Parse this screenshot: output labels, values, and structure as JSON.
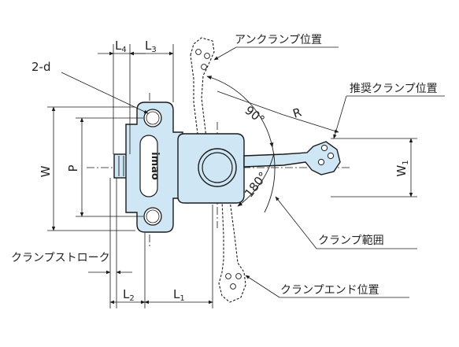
{
  "labels": {
    "unclamp_position": "アンクランプ位置",
    "recommended_clamp_position": "推奨クランプ位置",
    "clamp_range": "クランプ範囲",
    "clamp_end_position": "クランプエンド位置",
    "clamp_stroke": "クランプストローク",
    "hole_count": "2-d"
  },
  "dimensions": {
    "L4": {
      "letter": "L",
      "sub": "4"
    },
    "L3": {
      "letter": "L",
      "sub": "3"
    },
    "L2": {
      "letter": "L",
      "sub": "2"
    },
    "L1": {
      "letter": "L",
      "sub": "1"
    },
    "W": "W",
    "P": "P",
    "W1": {
      "letter": "W",
      "sub": "1"
    },
    "R": "R"
  },
  "angles": {
    "swing_90": "90°",
    "swing_180": "180°"
  },
  "brand": {
    "logo_text": "imao"
  },
  "colors": {
    "body_fill": "#cfe6f4",
    "line": "#1a1a1a"
  }
}
